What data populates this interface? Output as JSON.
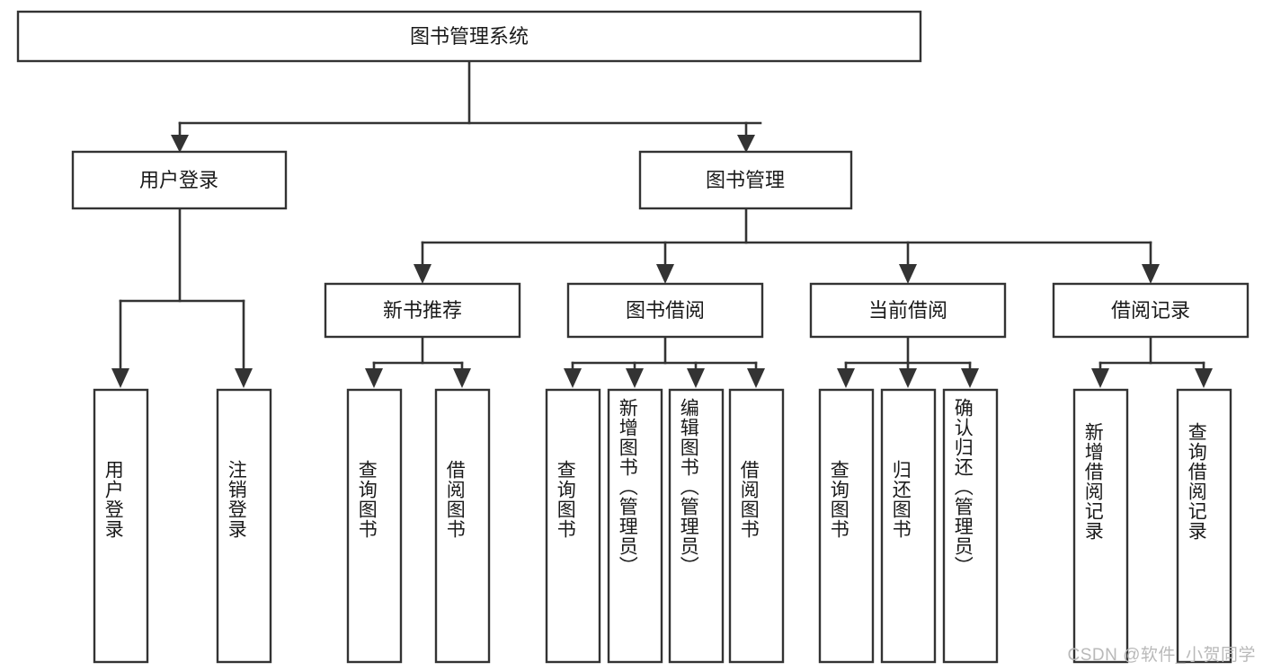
{
  "diagram": {
    "type": "tree-hierarchy",
    "title": "图书管理系统",
    "orientation": "top-down",
    "root": {
      "id": "root",
      "label": "图书管理系统",
      "level": 0
    },
    "level1": [
      {
        "id": "user-login",
        "label": "用户登录"
      },
      {
        "id": "book-manage",
        "label": "图书管理"
      }
    ],
    "level2": [
      {
        "id": "new-book-rec",
        "label": "新书推荐",
        "parent": "book-manage"
      },
      {
        "id": "book-borrow",
        "label": "图书借阅",
        "parent": "book-manage"
      },
      {
        "id": "current-borrow",
        "label": "当前借阅",
        "parent": "book-manage"
      },
      {
        "id": "borrow-record",
        "label": "借阅记录",
        "parent": "book-manage"
      }
    ],
    "leaves": {
      "user-login": [
        {
          "id": "leaf-user-login",
          "label": "用户登录"
        },
        {
          "id": "leaf-user-logout",
          "label": "注销登录"
        }
      ],
      "new-book-rec": [
        {
          "id": "leaf-query-book-1",
          "label": "查询图书"
        },
        {
          "id": "leaf-borrow-book-1",
          "label": "借阅图书"
        }
      ],
      "book-borrow": [
        {
          "id": "leaf-query-book-2",
          "label": "查询图书"
        },
        {
          "id": "leaf-add-book",
          "label": "新增图书（管理员）"
        },
        {
          "id": "leaf-edit-book",
          "label": "编辑图书（管理员）"
        },
        {
          "id": "leaf-borrow-book-2",
          "label": "借阅图书"
        }
      ],
      "current-borrow": [
        {
          "id": "leaf-query-book-3",
          "label": "查询图书"
        },
        {
          "id": "leaf-return-book",
          "label": "归还图书"
        },
        {
          "id": "leaf-confirm-return",
          "label": "确认归还（管理员）"
        }
      ],
      "borrow-record": [
        {
          "id": "leaf-add-record",
          "label": "新增借阅记录"
        },
        {
          "id": "leaf-query-record",
          "label": "查询借阅记录"
        }
      ]
    },
    "colors": {
      "background": "#ffffff",
      "box_fill": "#ffffff",
      "box_stroke": "#333333",
      "text": "#1a1a1a",
      "watermark": "#b9b9b9"
    }
  },
  "watermark": {
    "text": "CSDN @软件_小贺同学"
  }
}
